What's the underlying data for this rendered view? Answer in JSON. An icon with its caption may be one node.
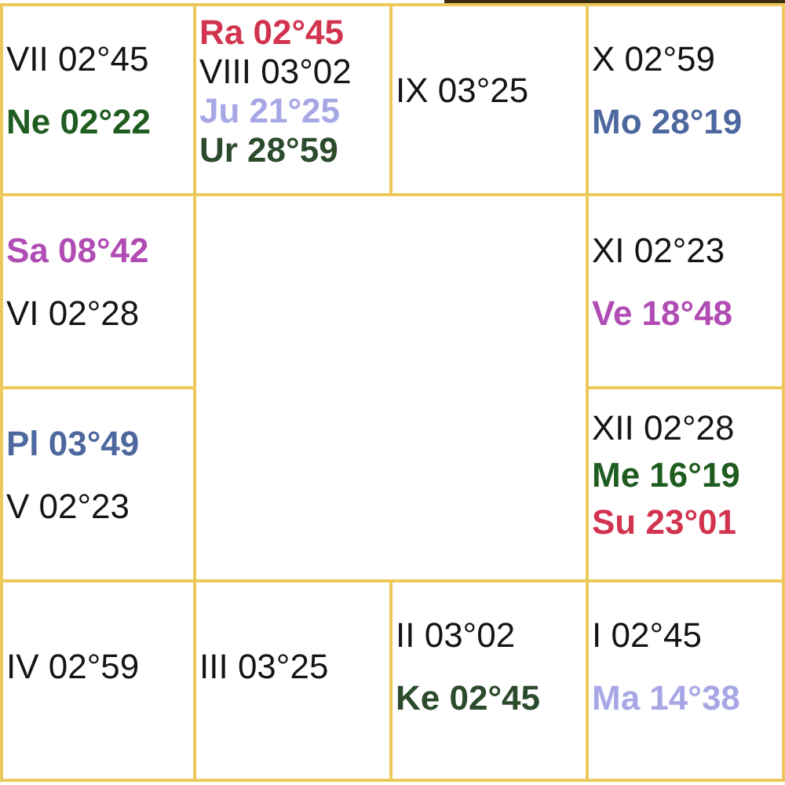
{
  "diagram": {
    "nodes": [
      {
        "text": [
          "VII 02°45",
          "Ne 02°22"
        ]
      },
      {
        "text": [
          "Ra 02°45",
          "VIII 03°02",
          "Ju 21°25",
          "Ur 28°59"
        ]
      },
      {
        "text": [
          "IX 03°25"
        ]
      },
      {
        "text": [
          "X 02°59",
          "Mo 28°19"
        ]
      },
      {
        "text": [
          "Sa 08°42",
          "VI 02°28"
        ]
      },
      {
        "text": [
          "XI 02°23",
          "Ve 18°48"
        ]
      },
      {
        "text": [
          "Pl 03°49",
          "V 02°23"
        ]
      },
      {
        "text": [
          "XII 02°28",
          "Me 16°19",
          "Su 23°01"
        ]
      },
      {
        "text": [
          "IV 02°59"
        ]
      },
      {
        "text": [
          "III 03°25"
        ]
      },
      {
        "text": [
          "II 03°02",
          "Ke 02°45"
        ]
      },
      {
        "text": [
          "I 02°45",
          "Ma 14°38"
        ]
      }
    ]
  }
}
